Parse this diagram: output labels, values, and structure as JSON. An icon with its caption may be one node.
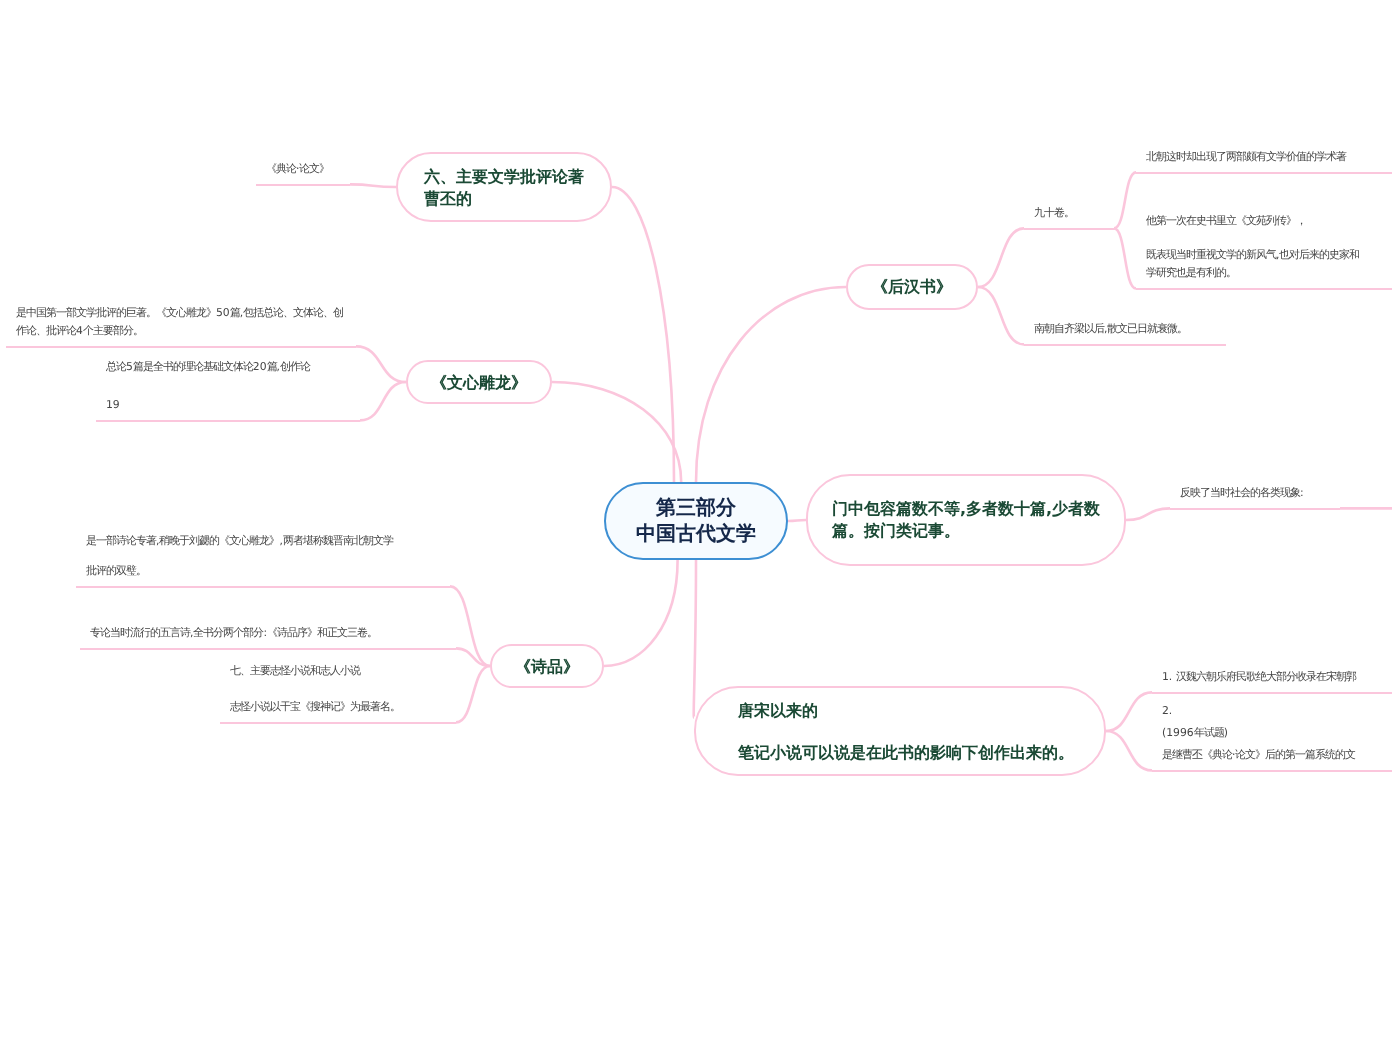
{
  "diagram": {
    "nodes": [
      {
        "text": [
          "第三部分",
          "中国古代文学"
        ]
      },
      {
        "text": [
          "六、主要文学批评论著曹丕的"
        ]
      },
      {
        "text": [
          "《典论·论文》"
        ]
      },
      {
        "text": [
          "《文心雕龙》"
        ]
      },
      {
        "text": [
          "是中国第一部文学批评的巨著。《文心雕龙》50篇,包括总论、文体论、创作论、批评论4个主要部分。"
        ]
      },
      {
        "text": [
          "总论5篇是全书的理论基础文体论20篇,创作论",
          "19"
        ]
      },
      {
        "text": [
          "《诗品》"
        ]
      },
      {
        "text": [
          "是一部诗论专著,稍晚于刘勰的《文心雕龙》,两者堪称魏晋南北朝文学",
          "批评的双璧。"
        ]
      },
      {
        "text": [
          "专论当时流行的五言诗,全书分两个部分:《诗品序》和正文三卷。"
        ]
      },
      {
        "text": [
          "七、主要志怪小说和志人小说",
          "志怪小说以干宝《搜神记》为最著名。"
        ]
      },
      {
        "text": [
          "《后汉书》"
        ]
      },
      {
        "text": [
          "九十卷。"
        ]
      },
      {
        "text": [
          "北朝这时却出现了两部颇有文学价值的学术著"
        ]
      },
      {
        "text": [
          "他第一次在史书里立《文苑列传》，",
          "既表现当时重视文学的新风气,也对后来的史家和",
          "学研究也是有利的。"
        ]
      },
      {
        "text": [
          "南朝自齐梁以后,散文已日就衰微。"
        ]
      },
      {
        "text": [
          "门中包容篇数不等,多者数十篇,少者数篇。按门类记事。"
        ]
      },
      {
        "text": [
          "反映了当时社会的各类现象:"
        ]
      },
      {
        "text": [
          "唐宋以来的",
          "笔记小说可以说是在此书的影响下创作出来的。"
        ]
      },
      {
        "text": [
          "1. 汉魏六朝乐府民歌绝大部分收录在宋朝郭"
        ]
      },
      {
        "text": [
          "2.",
          "(1996年试题)",
          "是继曹丕《典论·论文》后的第一篇系统的文"
        ]
      }
    ],
    "edges": [
      {
        "from": 0,
        "to": 1,
        "arrow": "none"
      },
      {
        "from": 1,
        "to": 2,
        "arrow": "none"
      },
      {
        "from": 0,
        "to": 3,
        "arrow": "none"
      },
      {
        "from": 3,
        "to": 4,
        "arrow": "none"
      },
      {
        "from": 3,
        "to": 5,
        "arrow": "none"
      },
      {
        "from": 0,
        "to": 6,
        "arrow": "none"
      },
      {
        "from": 6,
        "to": 7,
        "arrow": "none"
      },
      {
        "from": 6,
        "to": 8,
        "arrow": "none"
      },
      {
        "from": 6,
        "to": 9,
        "arrow": "none"
      },
      {
        "from": 0,
        "to": 10,
        "arrow": "none"
      },
      {
        "from": 10,
        "to": 11,
        "arrow": "none"
      },
      {
        "from": 11,
        "to": 12,
        "arrow": "none"
      },
      {
        "from": 11,
        "to": 13,
        "arrow": "none"
      },
      {
        "from": 10,
        "to": 14,
        "arrow": "none"
      },
      {
        "from": 0,
        "to": 15,
        "arrow": "none"
      },
      {
        "from": 15,
        "to": 16,
        "arrow": "none"
      },
      {
        "from": 16,
        "to": null,
        "arrow": "none"
      },
      {
        "from": 0,
        "to": 17,
        "arrow": "none"
      },
      {
        "from": 17,
        "to": 18,
        "arrow": "none"
      },
      {
        "from": 17,
        "to": 19,
        "arrow": "none"
      }
    ]
  }
}
